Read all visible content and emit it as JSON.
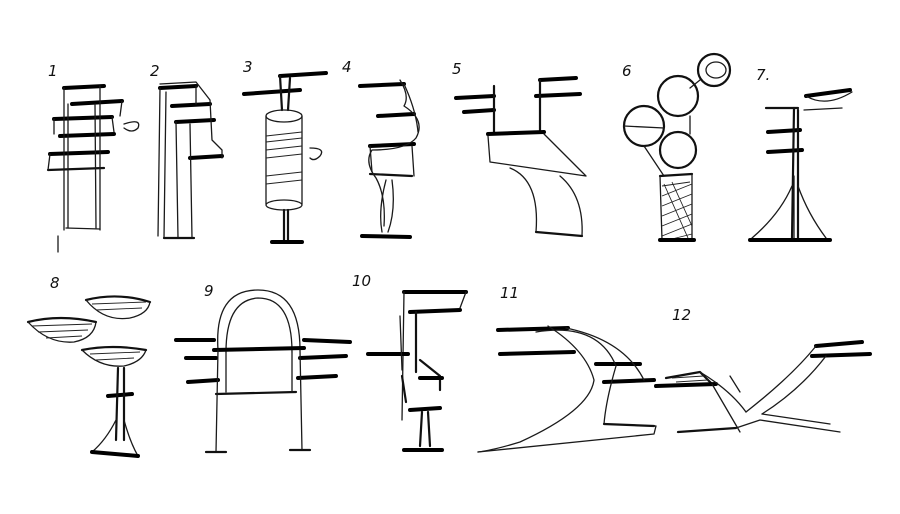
{
  "sketch_labels": [
    "1",
    "2",
    "3",
    "4",
    "5",
    "6",
    "7.",
    "8",
    "9",
    "10",
    "11",
    "12"
  ]
}
